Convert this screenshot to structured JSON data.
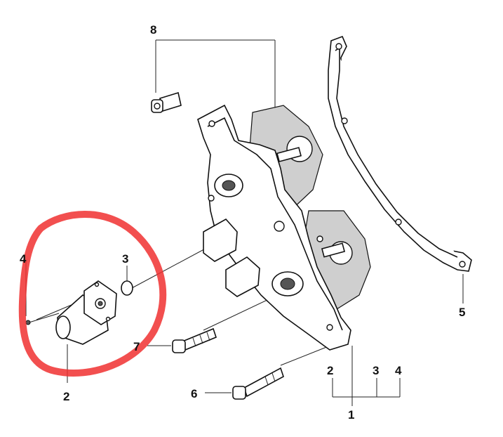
{
  "callouts": {
    "c1": "1",
    "c2_bottom": "2",
    "c2_left": "2",
    "c3_left": "3",
    "c3_bottom": "3",
    "c4_left": "4",
    "c4_bottom": "4",
    "c5": "5",
    "c6": "6",
    "c7": "7",
    "c8": "8"
  },
  "colors": {
    "highlight": "#f03030",
    "line": "#222222"
  }
}
